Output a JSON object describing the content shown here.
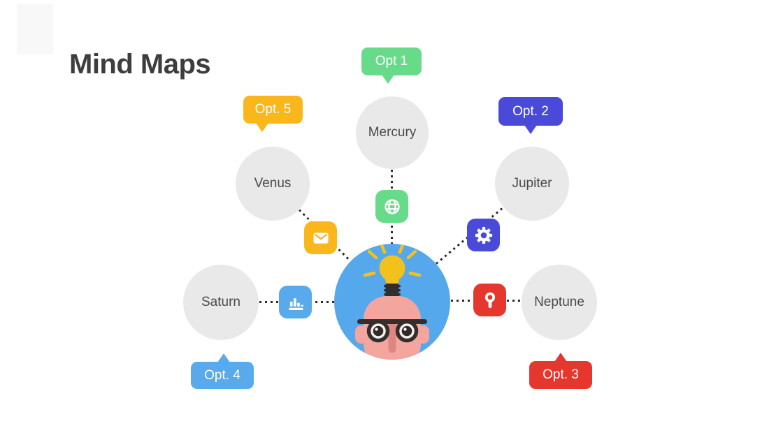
{
  "title": "Mind Maps",
  "colors": {
    "background": "#ffffff",
    "title_text": "#3d3d3d",
    "planet_circle": "#e9e9e9",
    "planet_text": "#4a4a4a",
    "connector_dots": "#2b2b2b",
    "center_circle": "#56a8ed",
    "green": "#68db8a",
    "yellow": "#f9b71c",
    "indigo": "#4a4ad9",
    "blue": "#58aaec",
    "red": "#e6372f"
  },
  "center_figure": {
    "name": "idea-head-illustration",
    "description": "bald head with glasses and a lightbulb idea on a blue circle"
  },
  "nodes": [
    {
      "id": "mercury",
      "label": "Mercury",
      "option": "Opt 1",
      "option_color": "#68db8a",
      "icon": "globe-icon"
    },
    {
      "id": "venus",
      "label": "Venus",
      "option": "Opt. 5",
      "option_color": "#f9b71c",
      "icon": "envelope-icon"
    },
    {
      "id": "jupiter",
      "label": "Jupiter",
      "option": "Opt. 2",
      "option_color": "#4a4ad9",
      "icon": "gear-icon"
    },
    {
      "id": "saturn",
      "label": "Saturn",
      "option": "Opt. 4",
      "option_color": "#58aaec",
      "icon": "bar-chart-icon"
    },
    {
      "id": "neptune",
      "label": "Neptune",
      "option": "Opt. 3",
      "option_color": "#e6372f",
      "icon": "magnifier-icon"
    }
  ]
}
